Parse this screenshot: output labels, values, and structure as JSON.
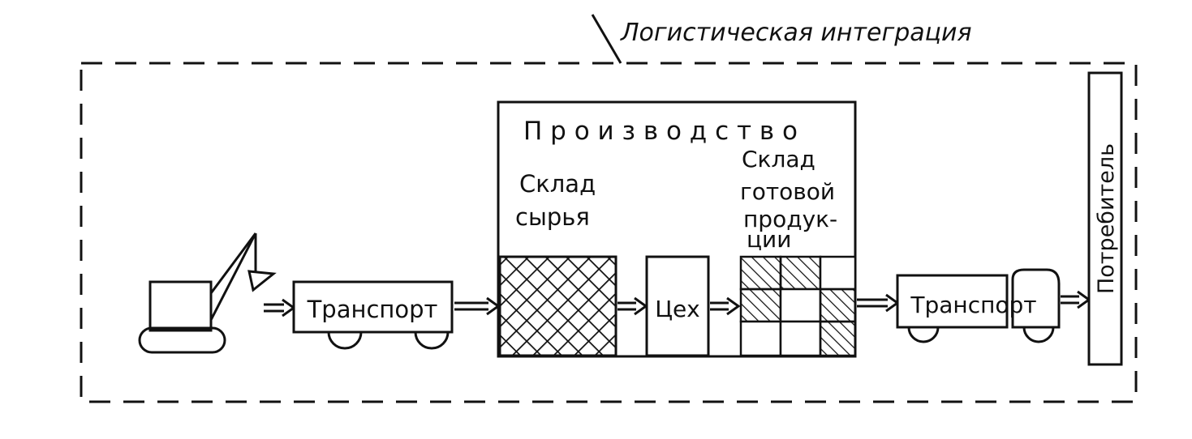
{
  "integration_label": "Логистическая интеграция",
  "transport_1_label": "Транспорт",
  "production": {
    "title": "П р о и з в о д с т в о",
    "raw_warehouse_line1": "Склад",
    "raw_warehouse_line2": "сырья",
    "workshop_label": "Цех",
    "finished_warehouse_line1": "Склад",
    "finished_warehouse_line2": "готовой",
    "finished_warehouse_line3": "продук-",
    "finished_warehouse_line4": "ции"
  },
  "transport_2_label": "Транспорт",
  "consumer_label": "Потребитель"
}
